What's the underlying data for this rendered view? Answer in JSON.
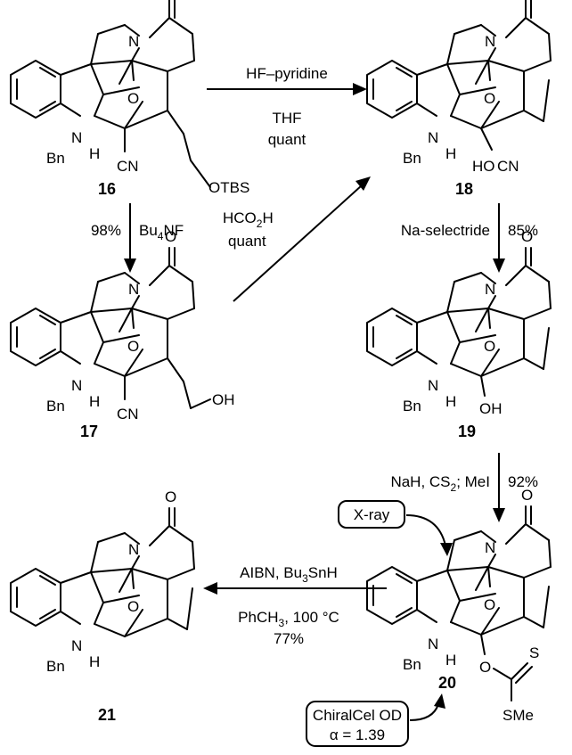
{
  "compounds": {
    "c16": {
      "id": "16",
      "sub1": "OTBS",
      "sub2": "CN"
    },
    "c17": {
      "id": "17",
      "sub1": "OH",
      "sub2": "CN"
    },
    "c18": {
      "id": "18",
      "sub1": "HO",
      "sub2": "CN"
    },
    "c19": {
      "id": "19",
      "sub1": "OH"
    },
    "c20": {
      "id": "20",
      "sub1": "S",
      "sub2": "SMe",
      "o": "O"
    },
    "c21": {
      "id": "21"
    }
  },
  "atoms": {
    "O": "O",
    "N": "N",
    "Bn": "Bn",
    "H": "H"
  },
  "reactions": {
    "r16_18": {
      "reagent": "HF–pyridine",
      "solvent": "THF",
      "yield": "quant"
    },
    "r16_17": {
      "yield": "98%",
      "reagent": "Bu",
      "reagent_sub": "4",
      "reagent_tail": "NF"
    },
    "r17_18": {
      "reagent": "HCO",
      "reagent_sub": "2",
      "reagent_tail": "H",
      "yield": "quant"
    },
    "r18_19": {
      "reagent": "Na-selectride",
      "yield": "85%"
    },
    "r19_20": {
      "reagent_a": "NaH, CS",
      "reagent_a_sub": "2",
      "reagent_b": "; MeI",
      "yield": "92%"
    },
    "r20_21": {
      "reagent_a": "AIBN, Bu",
      "reagent_a_sub": "3",
      "reagent_b": "SnH",
      "solvent": "PhCH",
      "solvent_sub": "3",
      "conditions": ", 100 °C",
      "yield": "77%"
    }
  },
  "callouts": {
    "xray": "X-ray",
    "chiral_line1": "ChiralCel OD",
    "chiral_line2": "α = 1.39"
  }
}
